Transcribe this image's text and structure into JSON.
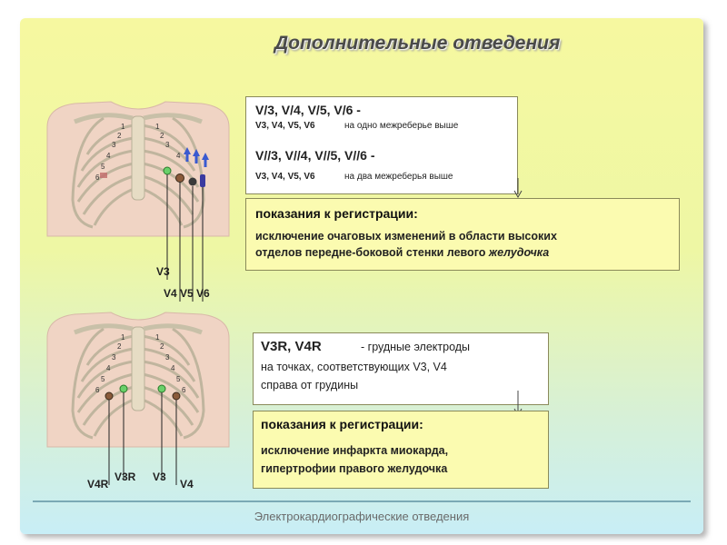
{
  "title": "Дополнительные отведения",
  "footer": "Электрокардиографические отведения",
  "colors": {
    "green_electrode": "#3aa14a",
    "brown_electrode": "#8a5a3a",
    "arrow": "#3a5ad0",
    "rib_number": "#333333"
  },
  "top": {
    "box1": {
      "row1_leads": "V/3, V/4, V/5, V/6 -",
      "row1_sub_leads": "V3, V4, V5, V6",
      "row1_desc": "на одно межреберье выше",
      "row2_leads": "V//3, V//4, V//5, V//6 -",
      "row2_sub_leads": "V3, V4, V5, V6",
      "row2_desc": "на два межреберья выше"
    },
    "box2": {
      "header": "показания к регистрации:",
      "line1": "исключение очаговых изменений в области высоких",
      "line2": "отделов передне-боковой стенки левого",
      "line2_italic": "желудочка"
    },
    "figure_labels": {
      "v3": "V3",
      "v4": "V4",
      "v5": "V5",
      "v6": "V6"
    },
    "rib_numbers_left": [
      "1",
      "2",
      "3",
      "4",
      "5",
      "6"
    ],
    "rib_numbers_right": [
      "1",
      "2",
      "3",
      "4"
    ]
  },
  "bottom": {
    "box1": {
      "leads": "V3R, V4R",
      "desc1": "- грудные электроды",
      "desc2": "на точках, соответствующих V3, V4",
      "desc3": "справа от грудины"
    },
    "box2": {
      "header": "показания к регистрации:",
      "line1": "исключение инфаркта миокарда,",
      "line2": "гипертрофии правого желудочка"
    },
    "figure_labels": {
      "v4r": "V4R",
      "v3r": "V3R",
      "v3": "V3",
      "v4": "V4"
    },
    "rib_numbers_left": [
      "1",
      "2",
      "3",
      "4",
      "5",
      "6"
    ],
    "rib_numbers_right": [
      "1",
      "2",
      "3",
      "4",
      "5",
      "6"
    ]
  }
}
